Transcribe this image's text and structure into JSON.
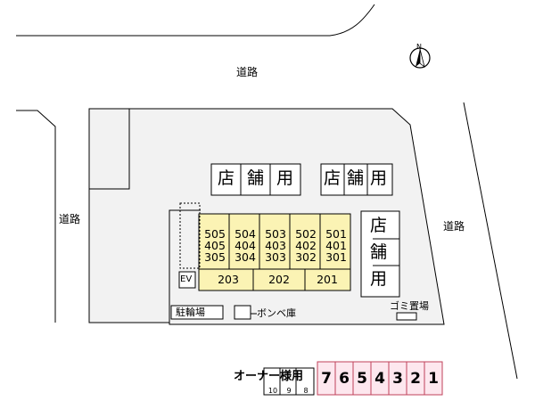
{
  "map": {
    "north_label": "N",
    "roads": {
      "top": "道路",
      "left": "道路",
      "right": "道路"
    },
    "store_char_1": "店",
    "store_char_2": "舗",
    "store_char_3": "用",
    "units_upper": [
      {
        "col": "505",
        "lines": [
          "505",
          "405",
          "305"
        ]
      },
      {
        "col": "504",
        "lines": [
          "504",
          "404",
          "304"
        ]
      },
      {
        "col": "503",
        "lines": [
          "503",
          "403",
          "303"
        ]
      },
      {
        "col": "502",
        "lines": [
          "502",
          "402",
          "302"
        ]
      },
      {
        "col": "501",
        "lines": [
          "501",
          "401",
          "301"
        ]
      }
    ],
    "units_lower": [
      "203",
      "202",
      "201"
    ],
    "elevator": "EV",
    "bicycle_parking": "駐輪場",
    "gas_cylinder_storage": "ボンベ庫",
    "garbage_area": "ゴミ置場",
    "parking": {
      "owner_label": "オーナー様用",
      "owner_spots": [
        "10",
        "9",
        "8"
      ],
      "spots": [
        "7",
        "6",
        "5",
        "4",
        "3",
        "2",
        "1"
      ]
    },
    "colors": {
      "units_fill": "#fbf3b4",
      "parking_fill": "#fde7ee",
      "parking_stroke": "#c0405a",
      "site_fill": "#f2f2f2"
    }
  }
}
